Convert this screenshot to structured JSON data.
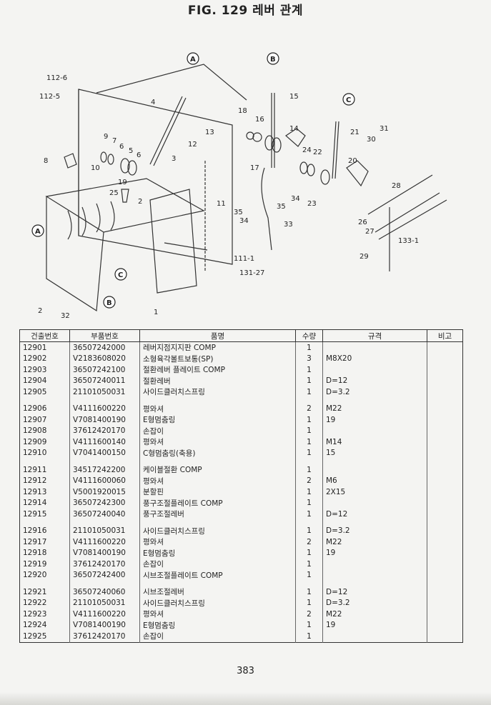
{
  "title": "FIG. 129 레버 관계",
  "page_number": "383",
  "table": {
    "headers": [
      "건출번호",
      "부품번호",
      "품명",
      "수량",
      "규격",
      "비고"
    ],
    "rows": [
      [
        "12901",
        "36507242000",
        "레버지점지지판 COMP",
        "1",
        "",
        ""
      ],
      [
        "12902",
        "V2183608020",
        "소형육각볼트보통(SP)",
        "3",
        "M8X20",
        ""
      ],
      [
        "12903",
        "36507242100",
        "절환레버 플레이트 COMP",
        "1",
        "",
        ""
      ],
      [
        "12904",
        "36507240011",
        "절환레버",
        "1",
        "D=12",
        ""
      ],
      [
        "12905",
        "21101050031",
        "사이드클러치스프링",
        "1",
        "D=3.2",
        ""
      ],
      [
        "",
        "",
        "",
        "",
        "",
        ""
      ],
      [
        "12906",
        "V4111600220",
        "평와셔",
        "2",
        "M22",
        ""
      ],
      [
        "12907",
        "V7081400190",
        "E형멈춤링",
        "1",
        "19",
        ""
      ],
      [
        "12908",
        "37612420170",
        "손잡이",
        "1",
        "",
        ""
      ],
      [
        "12909",
        "V4111600140",
        "평와셔",
        "1",
        "M14",
        ""
      ],
      [
        "12910",
        "V7041400150",
        "C형멈춤링(축용)",
        "1",
        "15",
        ""
      ],
      [
        "",
        "",
        "",
        "",
        "",
        ""
      ],
      [
        "12911",
        "34517242200",
        "케이블절환 COMP",
        "1",
        "",
        ""
      ],
      [
        "12912",
        "V4111600060",
        "평와셔",
        "2",
        "M6",
        ""
      ],
      [
        "12913",
        "V5001920015",
        "분할핀",
        "1",
        "2X15",
        ""
      ],
      [
        "12914",
        "36507242300",
        "풍구조절플레이트 COMP",
        "1",
        "",
        ""
      ],
      [
        "12915",
        "36507240040",
        "풍구조절레버",
        "1",
        "D=12",
        ""
      ],
      [
        "",
        "",
        "",
        "",
        "",
        ""
      ],
      [
        "12916",
        "21101050031",
        "사이드클러치스프링",
        "1",
        "D=3.2",
        ""
      ],
      [
        "12917",
        "V4111600220",
        "평와셔",
        "2",
        "M22",
        ""
      ],
      [
        "12918",
        "V7081400190",
        "E형멈춤링",
        "1",
        "19",
        ""
      ],
      [
        "12919",
        "37612420170",
        "손잡이",
        "1",
        "",
        ""
      ],
      [
        "12920",
        "36507242400",
        "시브조절플레이트 COMP",
        "1",
        "",
        ""
      ],
      [
        "",
        "",
        "",
        "",
        "",
        ""
      ],
      [
        "12921",
        "36507240060",
        "시브조절레버",
        "1",
        "D=12",
        ""
      ],
      [
        "12922",
        "21101050031",
        "사이드클러치스프링",
        "1",
        "D=3.2",
        ""
      ],
      [
        "12923",
        "V4111600220",
        "평와셔",
        "2",
        "M22",
        ""
      ],
      [
        "12924",
        "V7081400190",
        "E형멈춤링",
        "1",
        "19",
        ""
      ],
      [
        "12925",
        "37612420170",
        "손잡이",
        "1",
        "",
        ""
      ]
    ]
  },
  "diagram": {
    "callouts": [
      "A",
      "B",
      "C"
    ],
    "labels": [
      "112-6",
      "112-5",
      "4",
      "13",
      "12",
      "3",
      "11",
      "9",
      "7",
      "6",
      "5",
      "6",
      "10",
      "8",
      "19",
      "25",
      "2",
      "35",
      "34",
      "111-1",
      "131-27",
      "1",
      "2",
      "32",
      "15",
      "18",
      "16",
      "17",
      "14",
      "24",
      "22",
      "34",
      "35",
      "33",
      "23",
      "21",
      "31",
      "30",
      "20",
      "28",
      "26",
      "27",
      "133-1",
      "29"
    ]
  }
}
